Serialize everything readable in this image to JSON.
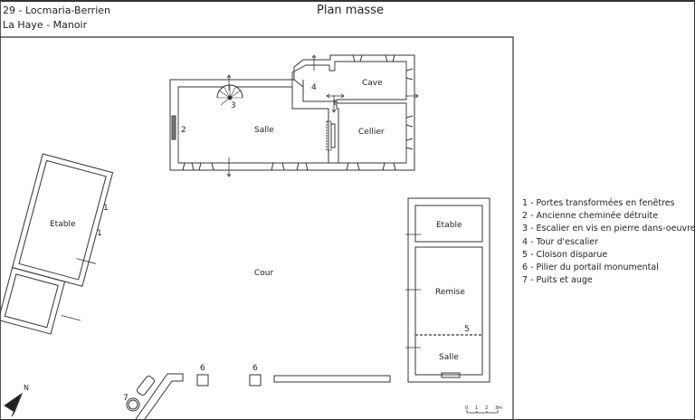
{
  "header": {
    "commune": "29 - Locmaria-Berrien",
    "site": "La Haye - Manoir",
    "title": "Plan masse"
  },
  "rooms": {
    "salle_main": "Salle",
    "cave": "Cave",
    "cellier": "Cellier",
    "etable_left": "Etable",
    "cour": "Cour",
    "etable_right": "Etable",
    "remise": "Remise",
    "salle_right": "Salle"
  },
  "markers": {
    "m1": "1",
    "m2": "2",
    "m3": "3",
    "m4": "4",
    "m5": "5",
    "m6": "6",
    "m7": "7"
  },
  "legend": [
    "1 - Portes transformées en fenêtres",
    "2 - Ancienne cheminée détruite",
    "3 - Escalier en vis en pierre dans-oeuvre",
    "4 - Tour d'escalier",
    "5 - Cloison disparue",
    "6 - Pilier du portail monumental",
    "7 - Puits et auge"
  ],
  "north_label": "N",
  "scale": {
    "ticks": [
      "0",
      "1",
      "2",
      "3m"
    ]
  },
  "colors": {
    "line": "#333333",
    "hatch": "#777777"
  }
}
